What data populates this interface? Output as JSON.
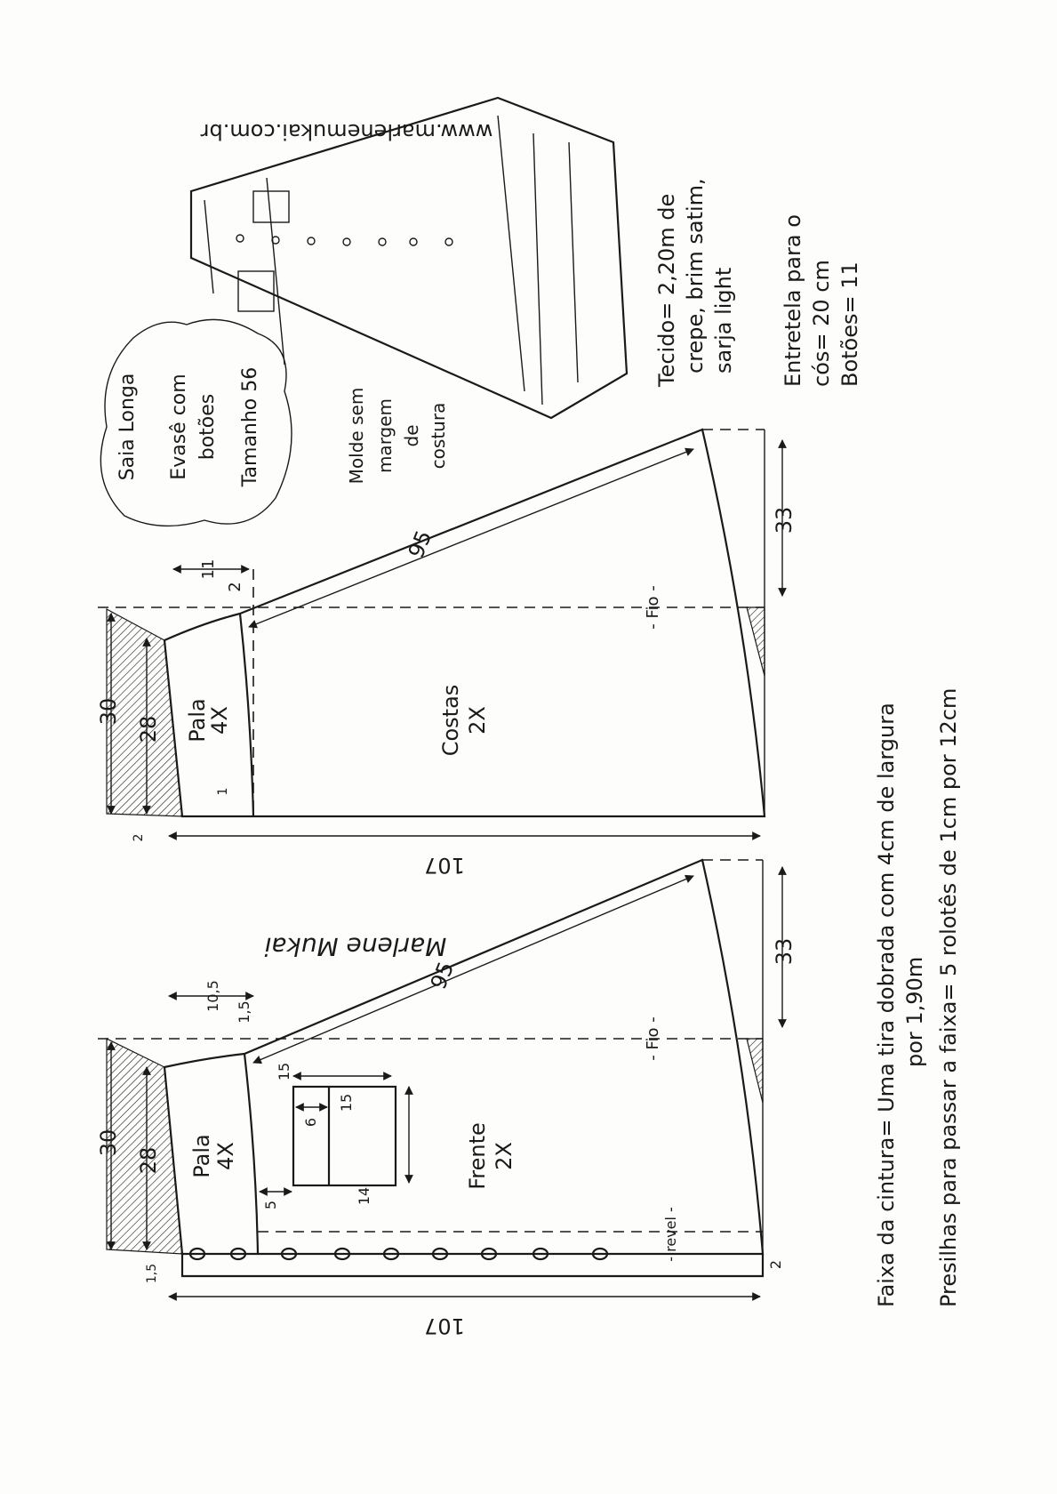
{
  "website": "www.marlenemukai.com.br",
  "title_cloud": {
    "line1": "Saia Longa",
    "line2": "Evasê com",
    "line3": "botões",
    "line4": "Tamanho 56"
  },
  "note_no_seam": {
    "line1": "Molde sem",
    "line2": "margem",
    "line3": "de",
    "line4": "costura"
  },
  "materials": {
    "fabric_label": "Tecido",
    "fabric_l1": "Tecido= 2,20m de",
    "fabric_l2": "crepe, brim satim,",
    "fabric_l3": "sarja light",
    "interfacing_l1": "Entretela para o",
    "interfacing_l2": "cós= 20 cm",
    "buttons": "Botões= 11"
  },
  "back_piece": {
    "name": "Costas",
    "qty": "2X",
    "yoke": "Pala",
    "yoke_qty": "4X",
    "grain": "- Fio -",
    "dims": {
      "side": "95",
      "hem": "33",
      "waist_total": "30",
      "yoke_height": "28",
      "top": "11",
      "side_drop": "2",
      "small": "1",
      "width": "107",
      "corner": "2"
    }
  },
  "front_piece": {
    "name": "Frente",
    "qty": "2X",
    "yoke": "Pala",
    "yoke_qty": "4X",
    "grain": "- Fio -",
    "facing": "- revel -",
    "dims": {
      "side": "95",
      "hem": "33",
      "waist_total": "30",
      "yoke_height": "28",
      "top": "10,5",
      "side_drop": "1,5",
      "corner": "1,5",
      "width": "107",
      "ext": "2"
    },
    "pocket": {
      "w": "15",
      "h": "15",
      "flap": "6",
      "depth": "14",
      "offset": "5"
    }
  },
  "signature": "Marlene Mukai",
  "notes": {
    "waistband": "Faixa da cintura= Uma tira dobrada com 4cm de largura",
    "waistband_2": "por 1,90m",
    "loops": "Presilhas para passar a faixa= 5 rolotês de 1cm por 12cm"
  }
}
